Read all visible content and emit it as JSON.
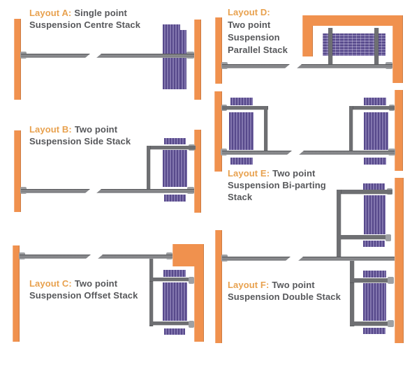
{
  "colors": {
    "background": "#FFFFFF",
    "wall_orange": "#F0914E",
    "stack_purple_dark": "#57498B",
    "stack_purple_light": "#8276AE",
    "frame_gray": "#6E6F72",
    "mount_gray": "#9EA0A3",
    "accent_text": "#E8A14E",
    "body_text": "#57585B"
  },
  "layouts": [
    {
      "id": "A",
      "accent": "Layout A:",
      "rest": "Single point",
      "line2": "Suspension Centre Stack"
    },
    {
      "id": "B",
      "accent": "Layout B:",
      "rest": "Two point",
      "line2": "Suspension Side Stack"
    },
    {
      "id": "C",
      "accent": "Layout C:",
      "rest": "Two point",
      "line2": "Suspension Offset Stack"
    },
    {
      "id": "D",
      "accent": "Layout D:",
      "rest": "",
      "line2": "Two point",
      "line3": "Suspension",
      "line4": "Parallel Stack"
    },
    {
      "id": "E",
      "accent": "Layout E:",
      "rest": "Two point",
      "line2": "Suspension Bi-parting",
      "line3": "Stack"
    },
    {
      "id": "F",
      "accent": "Layout F:",
      "rest": "Two point",
      "line2": "Suspension Double Stack"
    }
  ]
}
